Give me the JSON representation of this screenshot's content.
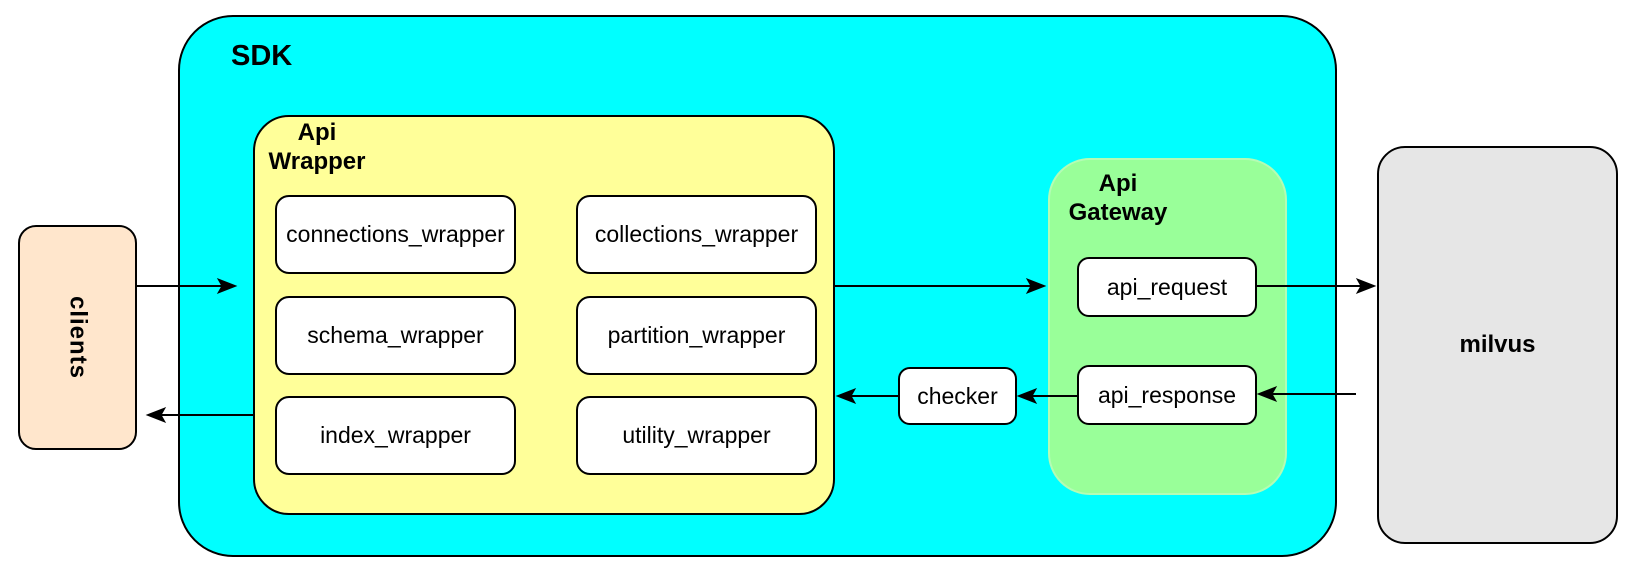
{
  "diagram": {
    "clients": {
      "label": "clients"
    },
    "sdk": {
      "label": "SDK"
    },
    "api_wrapper": {
      "title_line1": "Api",
      "title_line2": "Wrapper",
      "modules": [
        "connections_wrapper",
        "collections_wrapper",
        "schema_wrapper",
        "partition_wrapper",
        "index_wrapper",
        "utility_wrapper"
      ]
    },
    "checker": {
      "label": "checker"
    },
    "api_gateway": {
      "title_line1": "Api",
      "title_line2": "Gateway",
      "request_label": "api_request",
      "response_label": "api_response"
    },
    "milvus": {
      "label": "milvus"
    },
    "colors": {
      "sdk_fill": "#00ffff",
      "api_wrapper_fill": "#ffff99",
      "api_gateway_fill": "#99ff99",
      "clients_fill": "#ffe6cc",
      "milvus_fill": "#e6e6e6",
      "node_fill": "#ffffff",
      "stroke": "#000000"
    },
    "arrows": [
      {
        "name": "clients-to-sdk",
        "from": "clients",
        "to": "api_wrapper"
      },
      {
        "name": "wrapper-to-gateway",
        "from": "api_wrapper",
        "to": "api_request"
      },
      {
        "name": "request-to-milvus",
        "from": "api_request",
        "to": "milvus"
      },
      {
        "name": "milvus-to-response",
        "from": "milvus",
        "to": "api_response"
      },
      {
        "name": "response-to-checker",
        "from": "api_response",
        "to": "checker"
      },
      {
        "name": "checker-to-wrapper",
        "from": "checker",
        "to": "api_wrapper"
      },
      {
        "name": "wrapper-to-clients",
        "from": "api_wrapper",
        "to": "clients"
      }
    ]
  }
}
